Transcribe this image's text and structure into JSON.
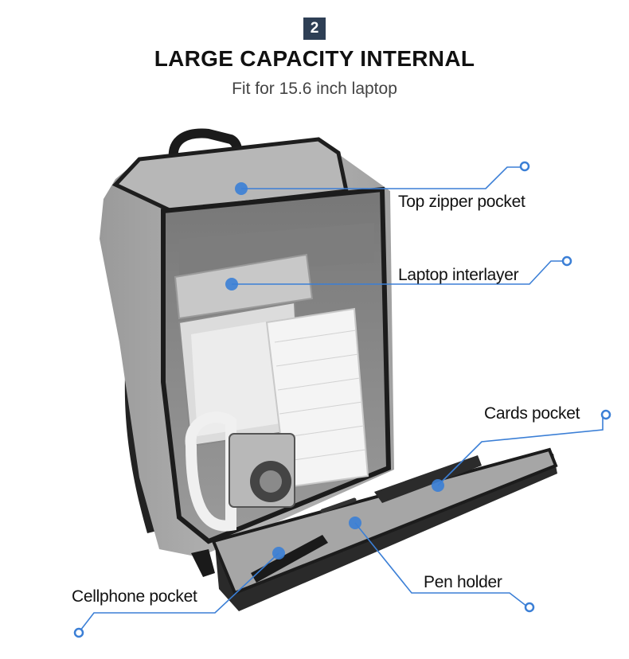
{
  "header": {
    "step_number": "2",
    "title": "LARGE CAPACITY INTERNAL",
    "subtitle": "Fit for 15.6 inch laptop"
  },
  "callouts": {
    "top_zipper_pocket": "Top zipper pocket",
    "laptop_interlayer": "Laptop interlayer",
    "cards_pocket": "Cards pocket",
    "pen_holder": "Pen holder",
    "cellphone_pocket": "Cellphone pocket"
  },
  "colors": {
    "badge": "#2e3f55",
    "callout_line": "#3b7fd6",
    "bag_grey": "#a9a9a9",
    "lining": "#8f8f8f"
  }
}
